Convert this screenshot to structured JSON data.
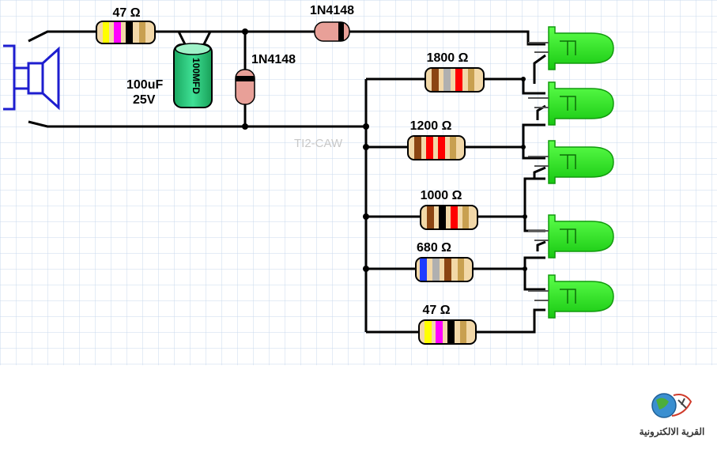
{
  "labels": {
    "r_input": "47 Ω",
    "diode_top": "1N4148",
    "diode_shunt": "1N4148",
    "cap_value": "100uF",
    "cap_voltage": "25V",
    "cap_marking": "100MFD",
    "r1": "1800 Ω",
    "r2": "1200 Ω",
    "r3": "1000 Ω",
    "r4": "680 Ω",
    "r5": "47 Ω",
    "watermark": "TI2-CAW",
    "logo_text": "القرية الالكترونية"
  },
  "colors": {
    "wire": "#000000",
    "led": "#22e01a",
    "grid": "#c8d9ee",
    "resistor_body": "#f2d8a8",
    "capacitor": "#29c37a",
    "diode": "#e8a098",
    "speaker": "#1d1dcf"
  },
  "resistor_bands": {
    "r_input": [
      "#ffff00",
      "#ff00ff",
      "#000000",
      "#c8a050"
    ],
    "r1": [
      "#8b4513",
      "#b0b0b0",
      "#ff0000",
      "#c8a050"
    ],
    "r2": [
      "#8b4513",
      "#ff0000",
      "#ff0000",
      "#c8a050"
    ],
    "r3": [
      "#8b4513",
      "#000000",
      "#ff0000",
      "#c8a050"
    ],
    "r4": [
      "#1e3cff",
      "#b0b0b0",
      "#8b4513",
      "#c8a050"
    ],
    "r5": [
      "#ffff00",
      "#ff00ff",
      "#000000",
      "#c8a050"
    ]
  }
}
